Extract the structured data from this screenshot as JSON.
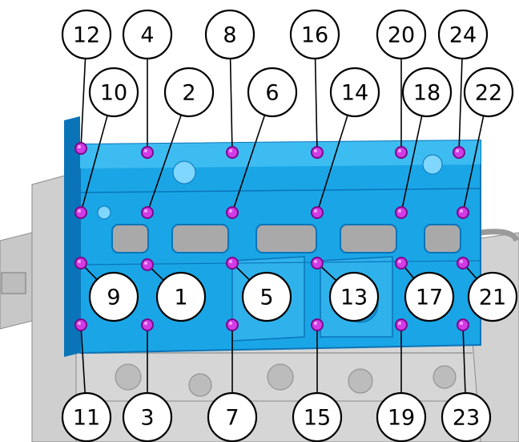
{
  "colors": {
    "head": "#1aa6e6",
    "head_dark": "#0a74b8",
    "head_light": "#7fd6ff",
    "bolt": "#c41fd9",
    "block": "#d4d4d4",
    "block_dark": "#9a9a9a"
  },
  "bolts": [
    {
      "label": "1"
    },
    {
      "label": "2"
    },
    {
      "label": "3"
    },
    {
      "label": "4"
    },
    {
      "label": "5"
    },
    {
      "label": "6"
    },
    {
      "label": "7"
    },
    {
      "label": "8"
    },
    {
      "label": "9"
    },
    {
      "label": "10"
    },
    {
      "label": "11"
    },
    {
      "label": "12"
    },
    {
      "label": "13"
    },
    {
      "label": "14"
    },
    {
      "label": "15"
    },
    {
      "label": "16"
    },
    {
      "label": "17"
    },
    {
      "label": "18"
    },
    {
      "label": "19"
    },
    {
      "label": "20"
    },
    {
      "label": "21"
    },
    {
      "label": "22"
    },
    {
      "label": "23"
    },
    {
      "label": "24"
    }
  ]
}
